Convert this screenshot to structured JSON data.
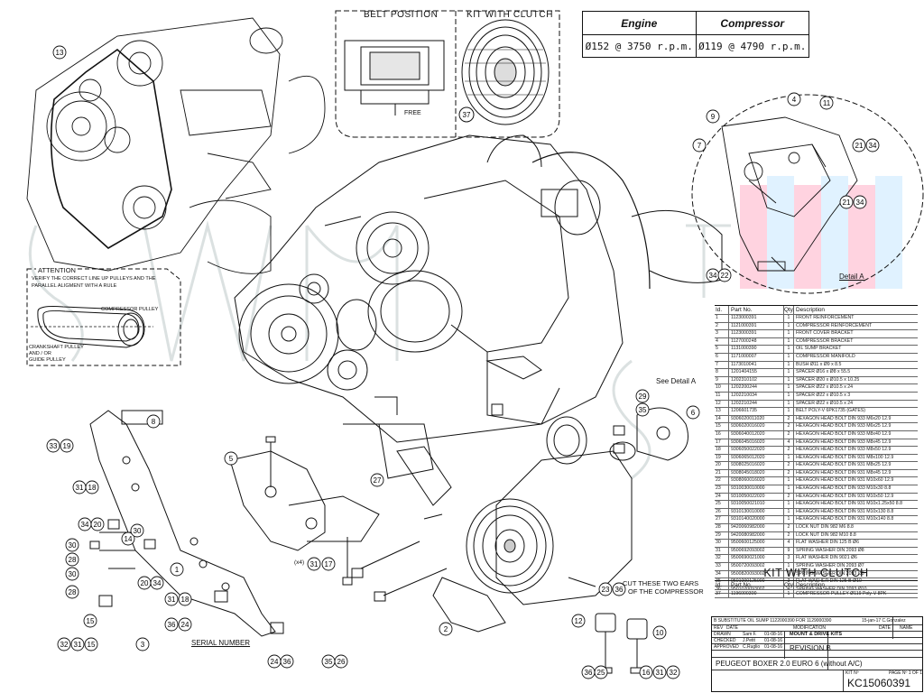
{
  "belt_position": {
    "title": "BELT POSITION",
    "free_label": "FREE"
  },
  "kit_with_clutch_inset": {
    "title": "KIT WITH CLUTCH",
    "callout": "37"
  },
  "speed_table": {
    "headers": [
      "Engine",
      "Compressor"
    ],
    "values": [
      "Ø152 @ 3750 r.p.m.",
      "Ø119 @ 4790 r.p.m."
    ]
  },
  "attention": {
    "title": "ATTENTION",
    "text_line1": "VERIFY THE CORRECT LINE UP PULLEYS AND THE",
    "text_line2": "PARALLEL ALIGMENT WITH A RULE",
    "compressor_label": "COMPRESSOR PULLEY",
    "crank_line1": "CRANKSHAFT PULLEY",
    "crank_line2": "AND / OR",
    "crank_line3": "GUIDE PULLEY"
  },
  "labels": {
    "see_detail": "See Detail A",
    "detail_a": "Detail A",
    "cut_line1": "CUT THESE TWO EARS",
    "cut_line2": "OF THE COMPRESSOR",
    "serial": "SERIAL NUMBER",
    "x4": "(x4)"
  },
  "callouts": [
    {
      "id": "13"
    },
    {
      "id": "1"
    },
    {
      "id": "5"
    },
    {
      "id": "8"
    },
    {
      "id": "33"
    },
    {
      "id": "19"
    },
    {
      "id": "31"
    },
    {
      "id": "18"
    },
    {
      "id": "34"
    },
    {
      "id": "20"
    },
    {
      "id": "30"
    },
    {
      "id": "28"
    },
    {
      "id": "30"
    },
    {
      "id": "28"
    },
    {
      "id": "14"
    },
    {
      "id": "30"
    },
    {
      "id": "20"
    },
    {
      "id": "34"
    },
    {
      "id": "31"
    },
    {
      "id": "18"
    },
    {
      "id": "15"
    },
    {
      "id": "32"
    },
    {
      "id": "31"
    },
    {
      "id": "15"
    },
    {
      "id": "3"
    },
    {
      "id": "36"
    },
    {
      "id": "24"
    },
    {
      "id": "24"
    },
    {
      "id": "36"
    },
    {
      "id": "35"
    },
    {
      "id": "26"
    },
    {
      "id": "31"
    },
    {
      "id": "17"
    },
    {
      "id": "27"
    },
    {
      "id": "29"
    },
    {
      "id": "35"
    },
    {
      "id": "6"
    },
    {
      "id": "23"
    },
    {
      "id": "36"
    },
    {
      "id": "2"
    },
    {
      "id": "12"
    },
    {
      "id": "10"
    },
    {
      "id": "36"
    },
    {
      "id": "25"
    },
    {
      "id": "16"
    },
    {
      "id": "31"
    },
    {
      "id": "32"
    },
    {
      "id": "4"
    },
    {
      "id": "11"
    },
    {
      "id": "9"
    },
    {
      "id": "7"
    },
    {
      "id": "21"
    },
    {
      "id": "34"
    },
    {
      "id": "21"
    },
    {
      "id": "34"
    },
    {
      "id": "34"
    },
    {
      "id": "22"
    }
  ],
  "parts_header": [
    "Id.",
    "Part No.",
    "Qty.",
    "Description"
  ],
  "parts": [
    [
      "1",
      "1123000391",
      "1",
      "FRONT REINFORCEMENT"
    ],
    [
      "2",
      "1121000391",
      "1",
      "COMPRESSOR REINFORCEMENT"
    ],
    [
      "3",
      "1123000391",
      "1",
      "FRONT COVER BRACKET"
    ],
    [
      "4",
      "1127000248",
      "1",
      "COMPRESSOR BRACKET"
    ],
    [
      "5",
      "1131000390",
      "1",
      "OIL SUMP BRACKET"
    ],
    [
      "6",
      "1171000007",
      "1",
      "COMPRESSOR MANIFOLD"
    ],
    [
      "7",
      "1173010041",
      "1",
      "BUSH Ø11 x Ø9 x 8.5"
    ],
    [
      "8",
      "1201404155",
      "1",
      "SPACER Ø16 x Ø8 x 55.5"
    ],
    [
      "9",
      "1202310102",
      "1",
      "SPACER Ø20 x Ø10.5 x 10.25"
    ],
    [
      "10",
      "1202200244",
      "1",
      "SPACER Ø22 x Ø10.5 x 24"
    ],
    [
      "11",
      "1202210034",
      "1",
      "SPACER Ø22 x Ø10.5 x 3"
    ],
    [
      "12",
      "1202210244",
      "1",
      "SPACER Ø22 x Ø10.5 x 24"
    ],
    [
      "13",
      "1206601735",
      "1",
      "BELT POLY-V 6PK1735 (GATES)"
    ],
    [
      "14",
      "9306020011020",
      "2",
      "HEXAGON HEAD BOLT DIN 933 M6x20 12.9"
    ],
    [
      "15",
      "9306020016020",
      "2",
      "HEXAGON HEAD BOLT DIN 933 M6x25 12.9"
    ],
    [
      "16",
      "9306040012020",
      "2",
      "HEXAGON HEAD BOLT DIN 933 M8x40 12.9"
    ],
    [
      "17",
      "9306045016020",
      "4",
      "HEXAGON HEAD BOLT DIN 933 M8x45 12.9"
    ],
    [
      "18",
      "9306050022020",
      "2",
      "HEXAGON HEAD BOLT DIN 933 M8x50 12.9"
    ],
    [
      "19",
      "9306065012020",
      "1",
      "HEXAGON HEAD BOLT DIN 931 M8x100 12.9"
    ],
    [
      "20",
      "9308025016020",
      "2",
      "HEXAGON HEAD BOLT DIN 931 M8x25 12.9"
    ],
    [
      "21",
      "9308045018020",
      "2",
      "HEXAGON HEAD BOLT DIN 931 M8x45 12.9"
    ],
    [
      "22",
      "9308060016020",
      "1",
      "HEXAGON HEAD BOLT DIN 931 M10x60 12.9"
    ],
    [
      "23",
      "9310030010000",
      "1",
      "HEXAGON HEAD BOLT DIN 933 M10x30 8.8"
    ],
    [
      "24",
      "9310050022020",
      "2",
      "HEXAGON HEAD BOLT DIN 931 M10x50 12.9"
    ],
    [
      "25",
      "9310050021010",
      "1",
      "HEXAGON HEAD BOLT DIN 931 M10x1.25x50 8.8"
    ],
    [
      "26",
      "9310130010000",
      "1",
      "HEXAGON HEAD BOLT DIN 931 M10x130 8.8"
    ],
    [
      "27",
      "9310140020000",
      "1",
      "HEXAGON HEAD BOLT DIN 931 M10x140 8.8"
    ],
    [
      "28",
      "9420060982000",
      "2",
      "LOCK NUT DIN 982 M6 8.8"
    ],
    [
      "29",
      "9420080982000",
      "2",
      "LOCK NUT DIN 982 M10 8.8"
    ],
    [
      "30",
      "9500600125000",
      "4",
      "FLAT WASHER DIN 125 B Ø6"
    ],
    [
      "31",
      "9500692093002",
      "9",
      "SPRING WASHER DIN 2093 Ø8"
    ],
    [
      "32",
      "9500690021000",
      "3",
      "FLAT WASHER DIN 9021 Ø6"
    ],
    [
      "33",
      "9500720093002",
      "1",
      "SPRING WASHER DIN 2093 Ø7"
    ],
    [
      "34",
      "9500820093002",
      "5",
      "SPRING WASHER DIN 2093 Ø8"
    ],
    [
      "35",
      "9501000125000",
      "3",
      "FLAT WASHER DIN 125 B Ø10"
    ],
    [
      "36",
      "9501020093002",
      "4",
      "SPRING WASHER DIN 2093 Ø10"
    ]
  ],
  "kit_section": {
    "heading": "KIT WITH CLUTCH",
    "header": [
      "Id.",
      "Part No.",
      "Qty.",
      "Description"
    ],
    "rows": [
      [
        "37",
        "1196000300",
        "1",
        "COMPRESSOR PULLEY Ø119 Poly-V 8PK"
      ]
    ]
  },
  "title_block": {
    "revision_note": "B   SUBSTITUTE OIL SUMP 1122000390 FOR 1129000390",
    "revision_date": "15-jan-17  C.Gonzalez",
    "rev_col": "REV",
    "date_col": "DATE",
    "modification_col": "MODIFICATION",
    "date_hdr": "DATE",
    "name_hdr": "NAME",
    "drawn": "DRAWN",
    "checked": "CHECKED",
    "approved": "APPROVED",
    "drawn_name": "Sam F.",
    "checked_name": "J.Petit",
    "approved_name": "C.Ruglio",
    "date1": "01-08-16",
    "date2": "01-08-16",
    "date3": "01-08-16",
    "title": "MOUNT & DRIVE KITS",
    "revision": "REVISION  B",
    "kit_no_label": "KIT Nº",
    "page_label": "PAGE Nº 1 OF 1",
    "kit_no": "KC15060391",
    "description": "PEUGEOT BOXER 2.0 EURO 6 (without A/C)"
  }
}
